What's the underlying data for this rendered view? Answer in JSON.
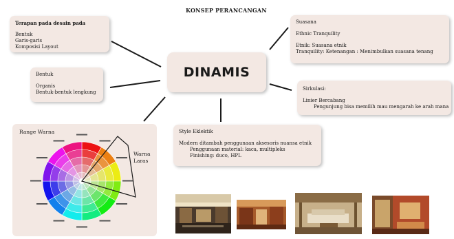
{
  "title": "KONSEP PERANCANGAN",
  "center": {
    "label": "DINAMIS"
  },
  "boxes": {
    "terapan": {
      "heading": "Terapan pada desain pada",
      "items": [
        "Bentuk",
        "Garis-garis",
        "Komposisi Layout"
      ]
    },
    "bentuk": {
      "heading": "Bentuk",
      "items": [
        "Organis",
        "Bentuk-bentuk lengkung"
      ]
    },
    "suasana": {
      "heading": "Suasana",
      "line1": "Ethnic Tranquility",
      "line2": "Etnik: Suasana etnik",
      "line3": "Tranquility: Ketenangan : Menimbulkan suasana tenang"
    },
    "sirkulasi": {
      "heading": "Sirkulasi:",
      "line1": "Linier Bercabang",
      "line2": "Pengunjung bisa memilih mau mengarah ke arah mana"
    },
    "style": {
      "heading": "Style Eklektik",
      "line1": "Modern ditambah penggunaan aksesoris nuansa etnik",
      "line2": "Penggunaan material: kaca, multipleks",
      "line3": "Finishing: duco, HPL"
    }
  },
  "range_warna": {
    "heading": "Range Warna",
    "laras_label_1": "Warna",
    "laras_label_2": "Laras"
  },
  "colors": {
    "box_bg": "#f3e8e3",
    "line": "#1a1a1a"
  },
  "photos": [
    "photo-lobby-interior",
    "photo-ethnic-shop",
    "photo-living-room",
    "photo-ethnic-room"
  ]
}
